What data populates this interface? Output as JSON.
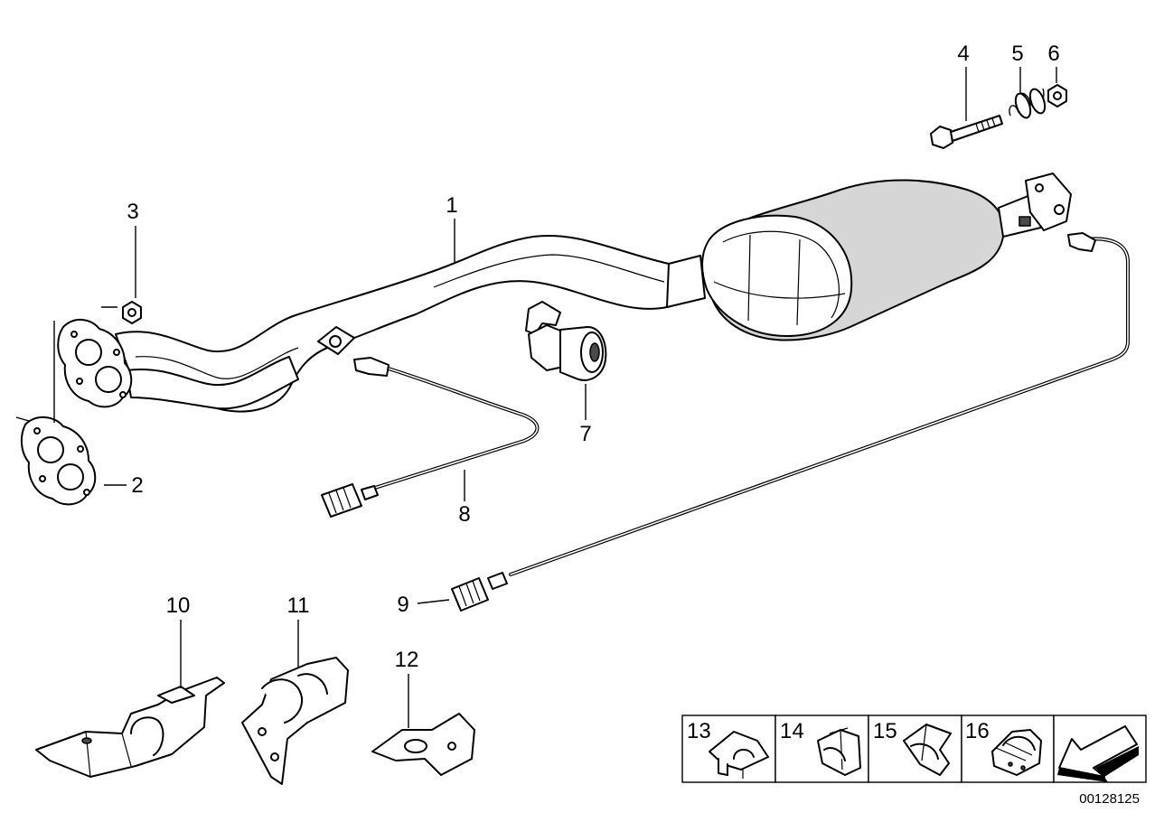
{
  "callouts": {
    "c1": "1",
    "c2": "2",
    "c3": "3",
    "c4": "4",
    "c5": "5",
    "c6": "6",
    "c7": "7",
    "c8": "8",
    "c9": "9",
    "c10": "10",
    "c11": "11",
    "c12": "12",
    "c13": "13",
    "c14": "14",
    "c15": "15",
    "c16": "16"
  },
  "reference_number": "00128125",
  "colors": {
    "line": "#000000",
    "shade": "#d6d6d6",
    "background": "#ffffff"
  },
  "icons": {
    "arrow": "arrow-down-left-icon"
  }
}
